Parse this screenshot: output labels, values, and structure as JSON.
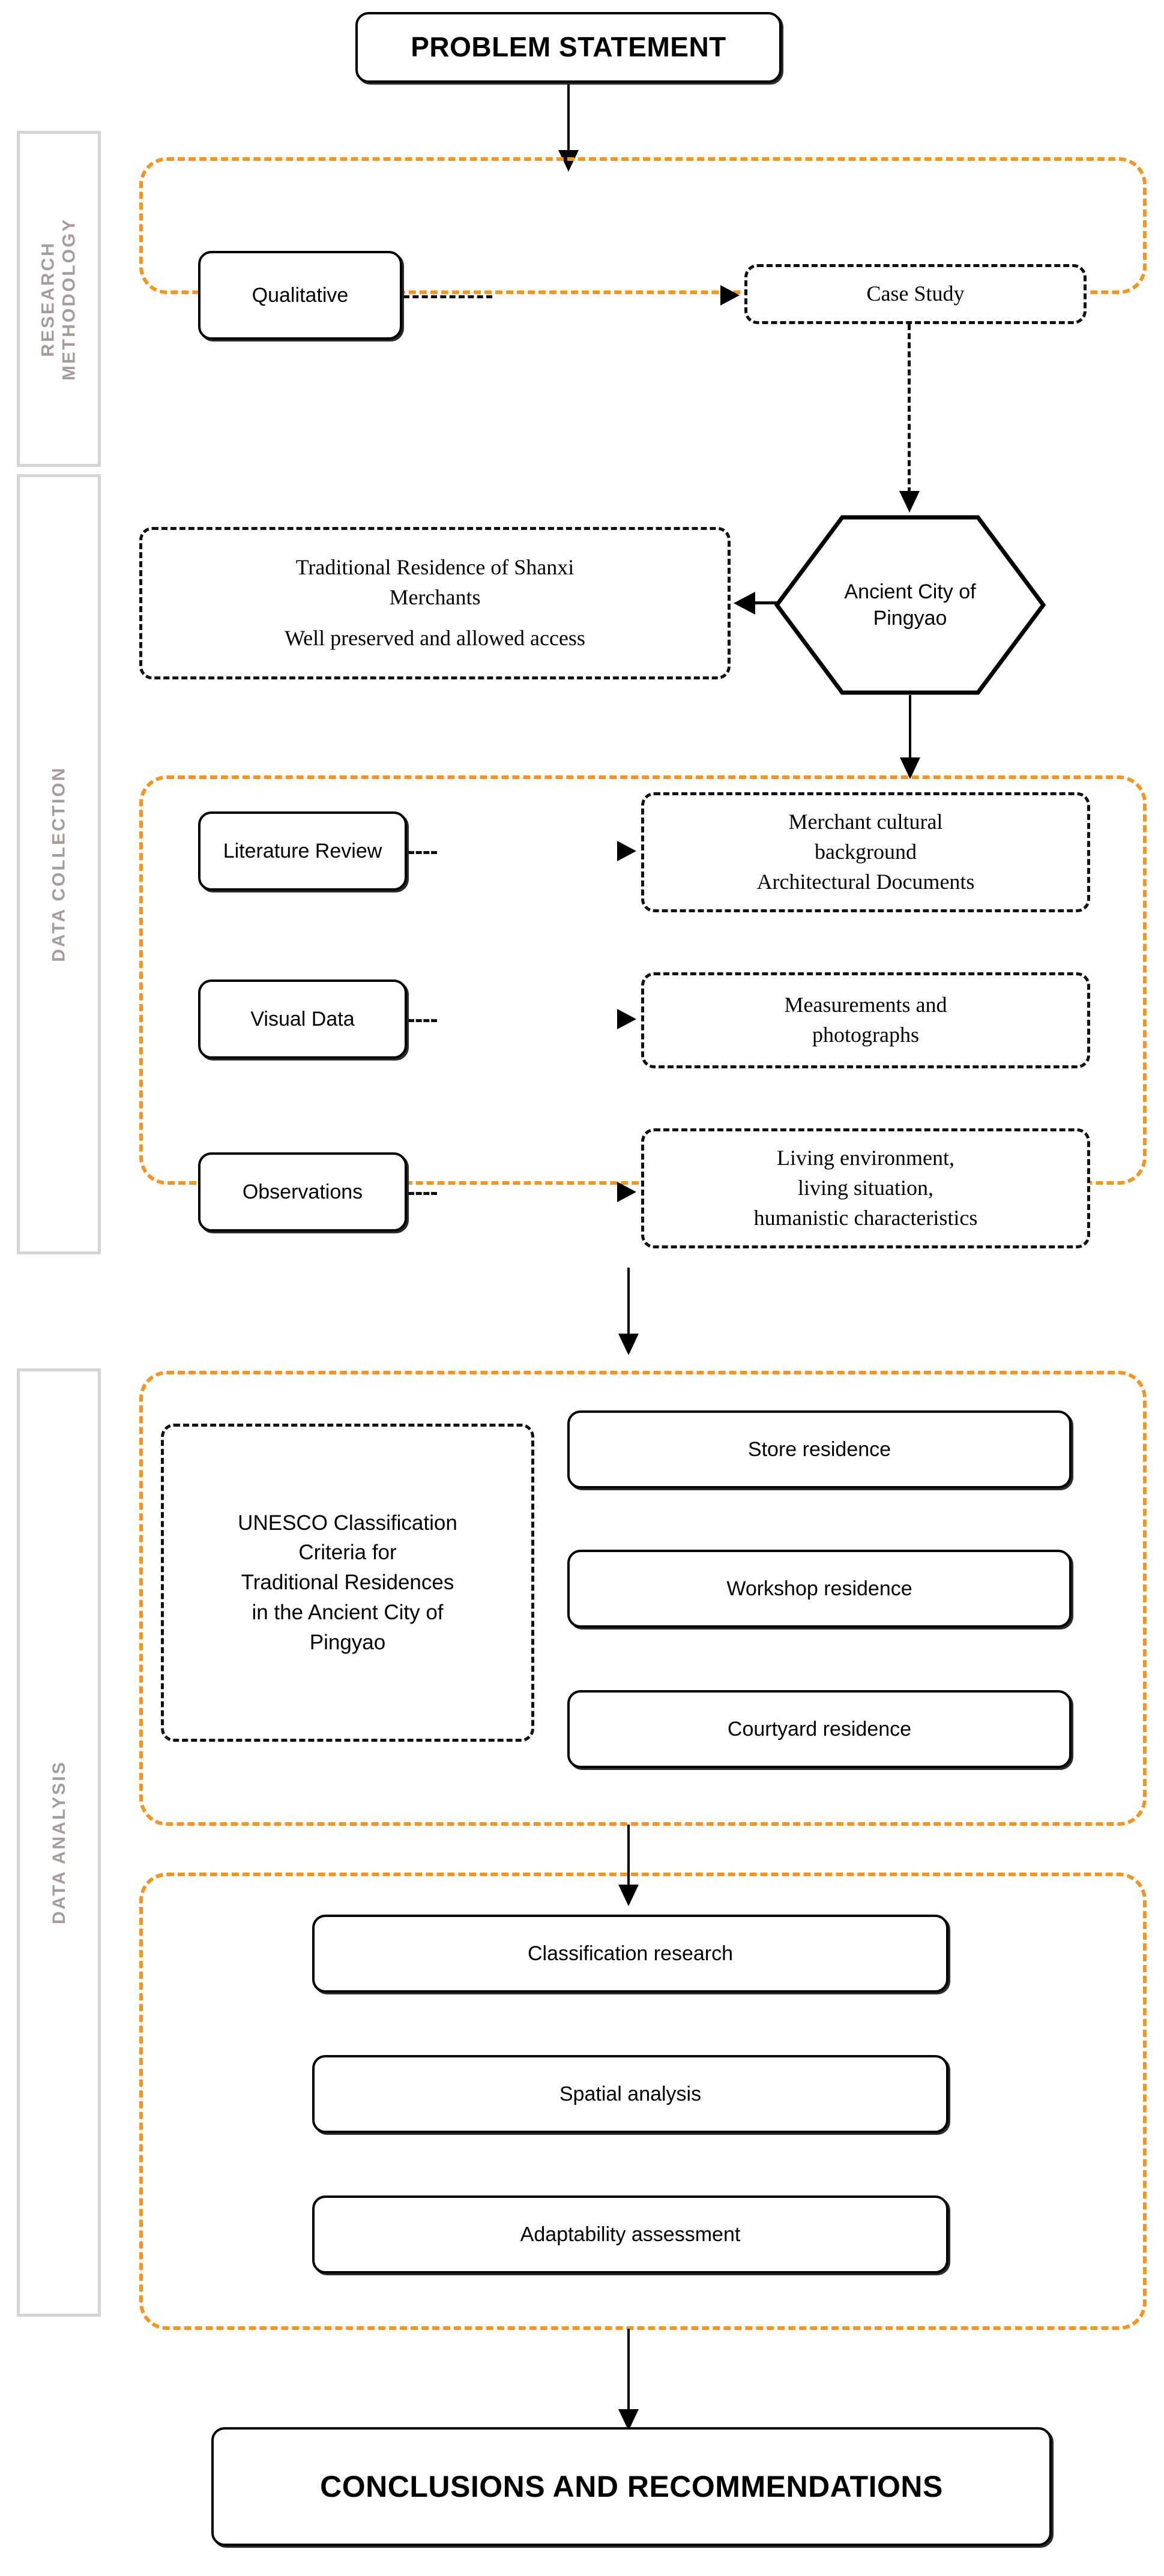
{
  "diagram": {
    "title_top": "PROBLEM STATEMENT",
    "title_bottom": "CONCLUSIONS AND RECOMMENDATIONS",
    "accent_color": "#f7941e",
    "rail_color": "#a79c99",
    "line_color": "#000000"
  },
  "phases": [
    {
      "id": "research-methodology",
      "label": "RESEARCH\nMETHODOLOGY"
    },
    {
      "id": "data-collection",
      "label": "DATA  COLLECTION"
    },
    {
      "id": "data-analysis",
      "label": "DATA  ANALYSIS"
    }
  ],
  "phase_labels": {
    "research_methodology_line1": "RESEARCH",
    "research_methodology_line2": "METHODOLOGY",
    "data_collection": "DATA  COLLECTION",
    "data_analysis": "DATA  ANALYSIS"
  },
  "research_methodology": {
    "method": "Qualitative",
    "strategy": "Case Study"
  },
  "case_context": {
    "site": "Ancient City of\nPingyao",
    "site_line1": "Ancient City of",
    "site_line2": "Pingyao",
    "rationale_line1": "Traditional Residence of Shanxi",
    "rationale_line2": "Merchants",
    "rationale_line3": "Well preserved and allowed access"
  },
  "data_collection": {
    "methods": [
      {
        "name": "Literature Review",
        "output": "Merchant cultural\nbackground\nArchitectural Documents",
        "output_lines": [
          "Merchant cultural",
          "background",
          "Architectural Documents"
        ]
      },
      {
        "name": "Visual Data",
        "output": "Measurements and\nphotographs",
        "output_lines": [
          "Measurements and",
          "photographs"
        ]
      },
      {
        "name": "Observations",
        "output": "Living environment,\nliving situation,\nhumanistic characteristics",
        "output_lines": [
          "Living environment,",
          "living situation,",
          "humanistic characteristics"
        ]
      }
    ]
  },
  "data_analysis": {
    "criteria": "UNESCO Classification Criteria for Traditional Residences in the Ancient City of Pingyao",
    "criteria_lines": [
      "UNESCO Classification",
      "Criteria for",
      "Traditional Residences",
      "in the Ancient City of",
      "Pingyao"
    ],
    "residence_types": [
      "Store residence",
      "Workshop residence",
      "Courtyard residence"
    ],
    "analysis_steps": [
      "Classification research",
      "Spatial analysis",
      "Adaptability assessment"
    ]
  }
}
